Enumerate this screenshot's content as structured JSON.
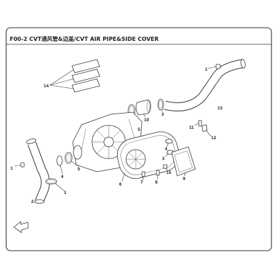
{
  "header": {
    "title": "F00-2 CVT通风管&边盖/CVT AIR PIPE&SIDE COVER"
  },
  "callouts": [
    "14",
    "1",
    "13",
    "11",
    "12",
    "3",
    "10",
    "5",
    "4",
    "3",
    "6",
    "7",
    "8",
    "15",
    "9",
    "1",
    "5",
    "4",
    "3",
    "2"
  ],
  "colors": {
    "line": "#333333",
    "background": "#ffffff"
  }
}
